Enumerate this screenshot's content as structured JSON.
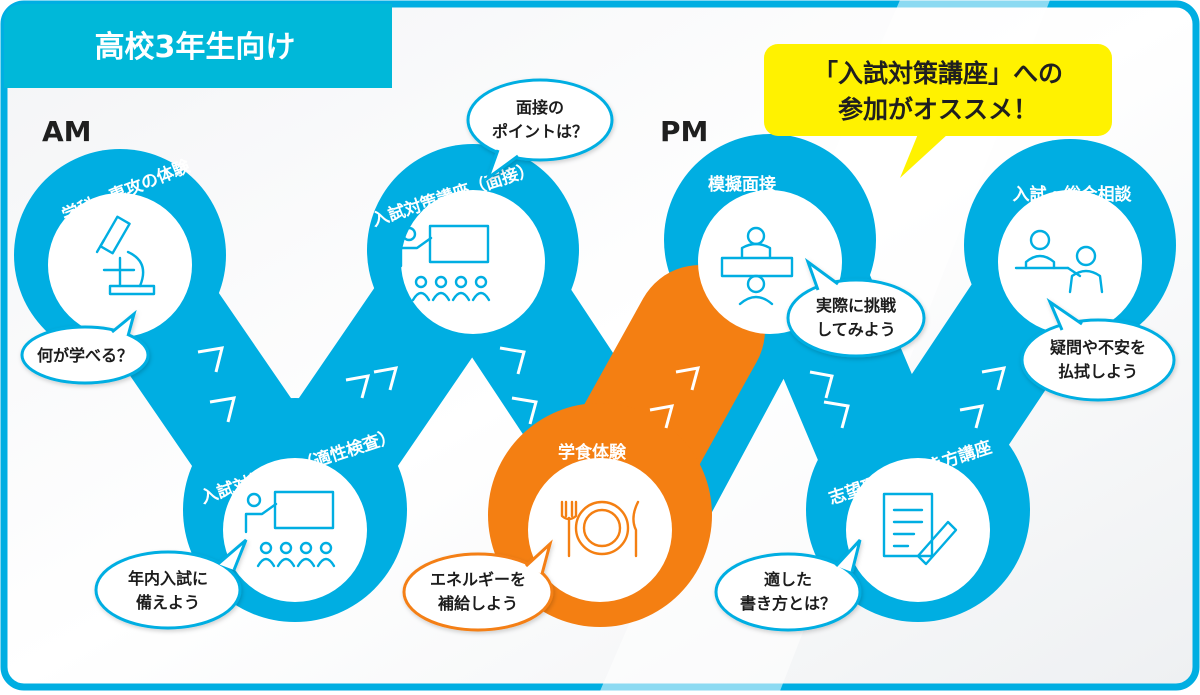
{
  "header": {
    "label": "高校3年生向け"
  },
  "labels": {
    "am": "AM",
    "pm": "PM"
  },
  "callout": {
    "line1": "「入試対策講座」への",
    "line2": "参加がオススメ！"
  },
  "stations": [
    {
      "id": "dept",
      "title": "学科・専攻の体験",
      "icon": "microscope-icon",
      "bubble": [
        "何が学べる？"
      ]
    },
    {
      "id": "aptitude",
      "title": "入試対策講座（適性検査）",
      "icon": "lecture-icon",
      "bubble": [
        "年内入試に",
        "備えよう"
      ]
    },
    {
      "id": "interview-course",
      "title": "入試対策講座（面接）",
      "icon": "lecture-icon",
      "bubble": [
        "面接の",
        "ポイントは？"
      ]
    },
    {
      "id": "cafeteria",
      "title": "学食体験",
      "icon": "dining-icon",
      "bubble": [
        "エネルギーを",
        "補給しよう"
      ]
    },
    {
      "id": "mock-interview",
      "title": "模擬面接",
      "icon": "interview-icon",
      "bubble": [
        "実際に挑戦",
        "してみよう"
      ]
    },
    {
      "id": "motivation",
      "title": "志望理由書書き方講座",
      "icon": "document-pen-icon",
      "bubble": [
        "適した",
        "書き方とは？"
      ]
    },
    {
      "id": "consult",
      "title": "入試・総合相談",
      "icon": "consultation-icon",
      "bubble": [
        "疑問や不安を",
        "払拭しよう"
      ]
    }
  ],
  "colors": {
    "accent": "#00AEE2",
    "header": "#00B8D9",
    "orange": "#F47F12",
    "callout": "#FFF200",
    "ink": "#1f1f1f",
    "border": "#00AEE2"
  }
}
